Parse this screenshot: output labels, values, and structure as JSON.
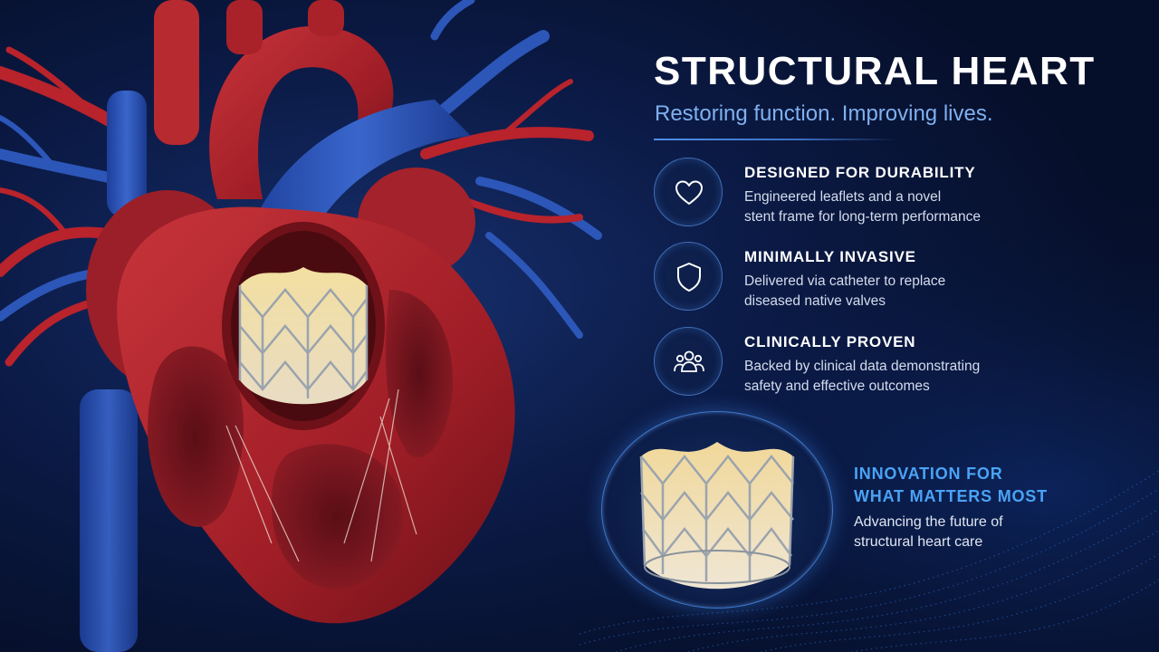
{
  "header": {
    "title": "STRUCTURAL HEART",
    "subtitle": "Restoring function. Improving lives."
  },
  "features": [
    {
      "icon": "heart-icon",
      "title": "DESIGNED FOR DURABILITY",
      "desc_line1": "Engineered leaflets and a novel",
      "desc_line2": "stent frame for long-term performance"
    },
    {
      "icon": "shield-icon",
      "title": "MINIMALLY INVASIVE",
      "desc_line1": "Delivered via catheter to replace",
      "desc_line2": "diseased native valves"
    },
    {
      "icon": "people-group-icon",
      "title": "CLINICALLY PROVEN",
      "desc_line1": "Backed by clinical data demonstrating",
      "desc_line2": "safety and effective outcomes"
    }
  ],
  "innovation": {
    "title_line1": "INNOVATION FOR",
    "title_line2": "WHAT MATTERS MOST",
    "desc_line1": "Advancing the future of",
    "desc_line2": "structural heart care"
  },
  "colors": {
    "background": "#071230",
    "accent_blue": "#4aa3f5",
    "subtitle_blue": "#7fb0f0",
    "heart_red": "#b3262e",
    "vessel_blue": "#2c56b8"
  }
}
